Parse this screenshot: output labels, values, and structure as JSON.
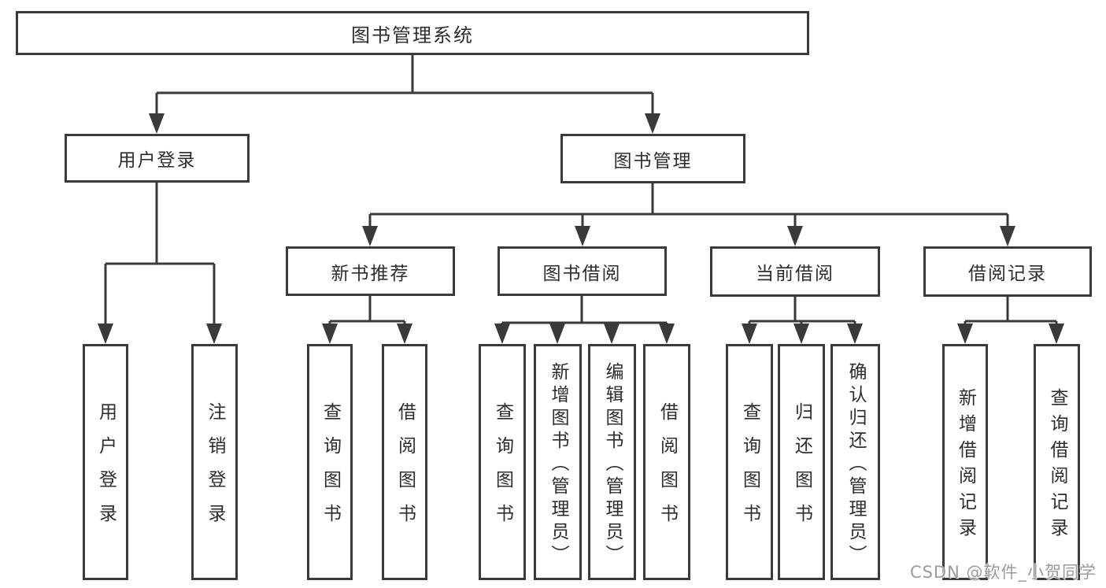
{
  "diagram_title": "图书管理系统",
  "watermark": "CSDN @软件_小贺同学",
  "colors": {
    "line": "#3a3a3a",
    "box_border": "#3a3a3a",
    "text": "#2d2d2d",
    "watermark_text": "#9b9b9b",
    "background": "#ffffff"
  },
  "tree": {
    "root": {
      "label": "图书管理系统"
    },
    "branches": [
      {
        "label": "用户登录",
        "children": [
          {
            "label": "用户登录"
          },
          {
            "label": "注销登录"
          }
        ]
      },
      {
        "label": "图书管理",
        "children": [
          {
            "label": "新书推荐",
            "children": [
              {
                "label": "查询图书"
              },
              {
                "label": "借阅图书"
              }
            ]
          },
          {
            "label": "图书借阅",
            "children": [
              {
                "label": "查询图书"
              },
              {
                "label": "新增图书（管理员）"
              },
              {
                "label": "编辑图书（管理员）"
              },
              {
                "label": "借阅图书"
              }
            ]
          },
          {
            "label": "当前借阅",
            "children": [
              {
                "label": "查询图书"
              },
              {
                "label": "归还图书"
              },
              {
                "label": "确认归还（管理员）"
              }
            ]
          },
          {
            "label": "借阅记录",
            "children": [
              {
                "label": "新增借阅记录"
              },
              {
                "label": "查询借阅记录"
              }
            ]
          }
        ]
      }
    ]
  }
}
